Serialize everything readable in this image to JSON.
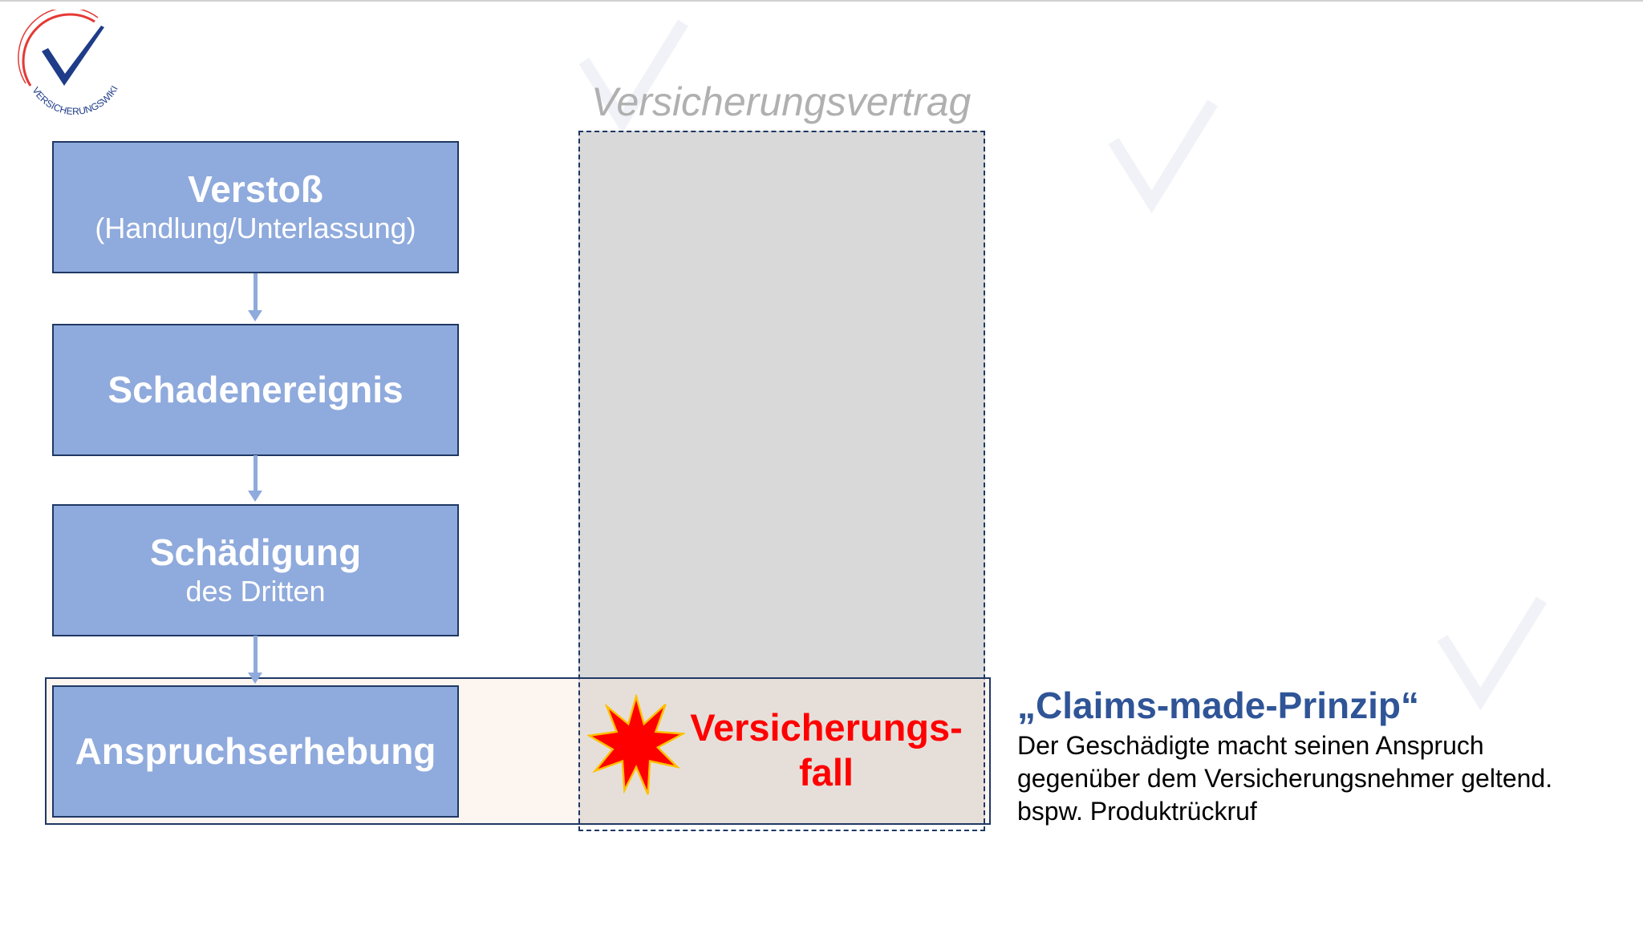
{
  "logo": {
    "text": "VERSICHERUNGSWIKI",
    "colors": {
      "check": "#1f3c88",
      "arc": "#e53935"
    }
  },
  "flow": [
    {
      "title": "Verstoß",
      "subtitle": "(Handlung/Unterlassung)"
    },
    {
      "title": "Schadenereignis",
      "subtitle": ""
    },
    {
      "title": "Schädigung",
      "subtitle": "des Dritten"
    },
    {
      "title": "Anspruchserhebung",
      "subtitle": ""
    }
  ],
  "contract": {
    "title": "Versicherungsvertrag",
    "event_line1": "Versicherungs-",
    "event_line2": "fall"
  },
  "principle": {
    "title": "„Claims-made-Prinzip“",
    "lines": [
      "Der Geschädigte macht seinen Anspruch",
      "gegenüber dem Versicherungsnehmer geltend.",
      "bspw. Produktrückruf"
    ]
  },
  "colors": {
    "box": "#8faadc",
    "border": "#1f3864",
    "accent": "#2f5597",
    "event": "#ff0000"
  }
}
